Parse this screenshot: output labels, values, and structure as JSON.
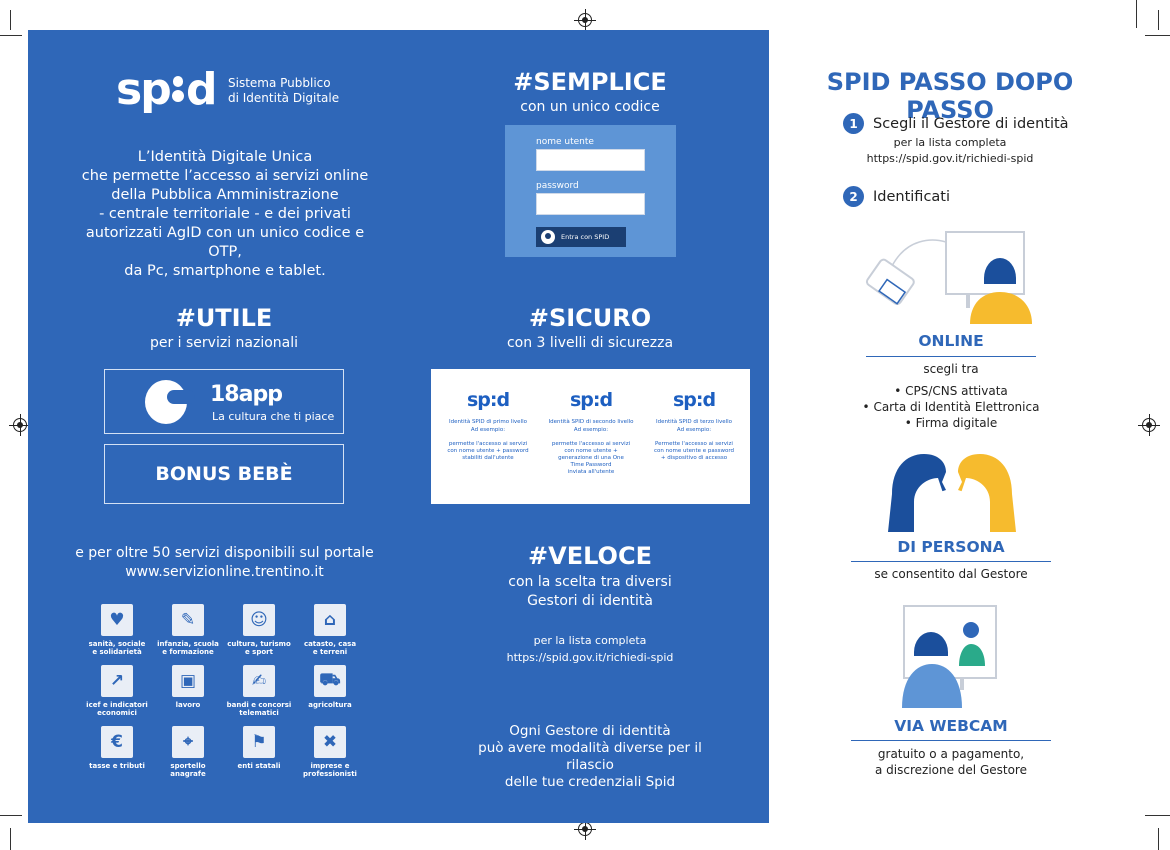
{
  "brand": {
    "logo": "sp:d",
    "subtitle_line1": "Sistema Pubblico",
    "subtitle_line2": "di Identità Digitale"
  },
  "intro": [
    "L’Identità Digitale Unica",
    "che permette l’accesso ai servizi online",
    "della Pubblica Amministrazione",
    "- centrale territoriale - e dei privati",
    "autorizzati AgID con un unico codice e OTP,",
    "da Pc, smartphone e tablet."
  ],
  "semplice": {
    "title": "#SEMPLICE",
    "subtitle": "con un unico codice",
    "username_label": "nome utente",
    "password_label": "password",
    "button": "Entra con SPID"
  },
  "utile": {
    "title": "#UTILE",
    "subtitle": "per i servizi nazionali",
    "app_name": "18app",
    "app_tagline": "La cultura che ti piace",
    "bonus": "BONUS BEBÈ"
  },
  "sicuro": {
    "title": "#SICURO",
    "subtitle": "con 3 livelli di sicurezza",
    "levels": [
      {
        "logo": "sp:d",
        "title": "Identità SPID di primo livello",
        "example": "Ad esempio:",
        "desc": [
          "permette l'accesso ai servizi",
          "con nome utente + password",
          "stabiliti dall'utente"
        ]
      },
      {
        "logo": "sp:d",
        "title": "Identità SPID di secondo livello",
        "example": "Ad esempio:",
        "desc": [
          "permette l'accesso ai servizi",
          "con nome utente +",
          "generazione di una One",
          "Time Password",
          "inviata all'utente"
        ]
      },
      {
        "logo": "sp:d",
        "title": "Identità SPID di terzo livello",
        "example": "Ad esempio:",
        "desc": [
          "Permette l'accesso ai servizi",
          "con nome utente e password",
          "+ dispositivo di accesso"
        ]
      }
    ]
  },
  "portal": {
    "line1": "e per oltre 50 servizi disponibili sul portale",
    "line2": "www.servizionline.trentino.it"
  },
  "services": [
    {
      "icon": "heartbeat-icon",
      "glyph": "♥",
      "label": [
        "sanità, sociale",
        "e solidarietà"
      ]
    },
    {
      "icon": "pencil-icon",
      "glyph": "✎",
      "label": [
        "infanzia, scuola",
        "e formazione"
      ]
    },
    {
      "icon": "people-icon",
      "glyph": "☺",
      "label": [
        "cultura, turismo",
        "e sport"
      ]
    },
    {
      "icon": "house-icon",
      "glyph": "⌂",
      "label": [
        "catasto, casa",
        "e terreni"
      ]
    },
    {
      "icon": "chart-icon",
      "glyph": "↗",
      "label": [
        "icef e indicatori",
        "economici"
      ]
    },
    {
      "icon": "briefcase-icon",
      "glyph": "▣",
      "label": [
        "lavoro"
      ]
    },
    {
      "icon": "document-icon",
      "glyph": "✍",
      "label": [
        "bandi e concorsi",
        "telematici"
      ]
    },
    {
      "icon": "tractor-icon",
      "glyph": "⛟",
      "label": [
        "agricoltura"
      ]
    },
    {
      "icon": "euro-icon",
      "glyph": "€",
      "label": [
        "tasse e tributi"
      ]
    },
    {
      "icon": "map-pin-icon",
      "glyph": "⌖",
      "label": [
        "sportello",
        "anagrafe"
      ]
    },
    {
      "icon": "italy-icon",
      "glyph": "⚑",
      "label": [
        "enti statali"
      ]
    },
    {
      "icon": "tools-icon",
      "glyph": "✖",
      "label": [
        "imprese e",
        "professionisti"
      ]
    }
  ],
  "veloce": {
    "title": "#VELOCE",
    "subtitle_line1": "con la scelta tra diversi",
    "subtitle_line2": "Gestori di identità",
    "list_line1": "per la lista completa",
    "list_line2": "https://spid.gov.it/richiedi-spid",
    "note": [
      "Ogni Gestore di identità",
      "può avere modalità diverse per il rilascio",
      "delle tue credenziali Spid"
    ]
  },
  "steps": {
    "title": "SPID PASSO DOPO PASSO",
    "step1_num": "1",
    "step1": "Scegli il Gestore di identità",
    "step1_sub1": "per la lista completa",
    "step1_sub2": "https://spid.gov.it/richiedi-spid",
    "step2_num": "2",
    "step2": "Identificati",
    "online": {
      "title": "ONLINE",
      "intro": "scegli tra",
      "items": [
        "CPS/CNS attivata",
        "Carta di Identità Elettronica",
        "Firma digitale"
      ]
    },
    "persona": {
      "title": "DI PERSONA",
      "text": "se consentito dal Gestore"
    },
    "webcam": {
      "title": "VIA WEBCAM",
      "text_line1": "gratuito o a pagamento,",
      "text_line2": "a discrezione del Gestore"
    }
  },
  "colors": {
    "brand_blue": "#2f67b8",
    "accent_yellow": "#f6bb2e",
    "dark_blue": "#1b4f9c"
  }
}
